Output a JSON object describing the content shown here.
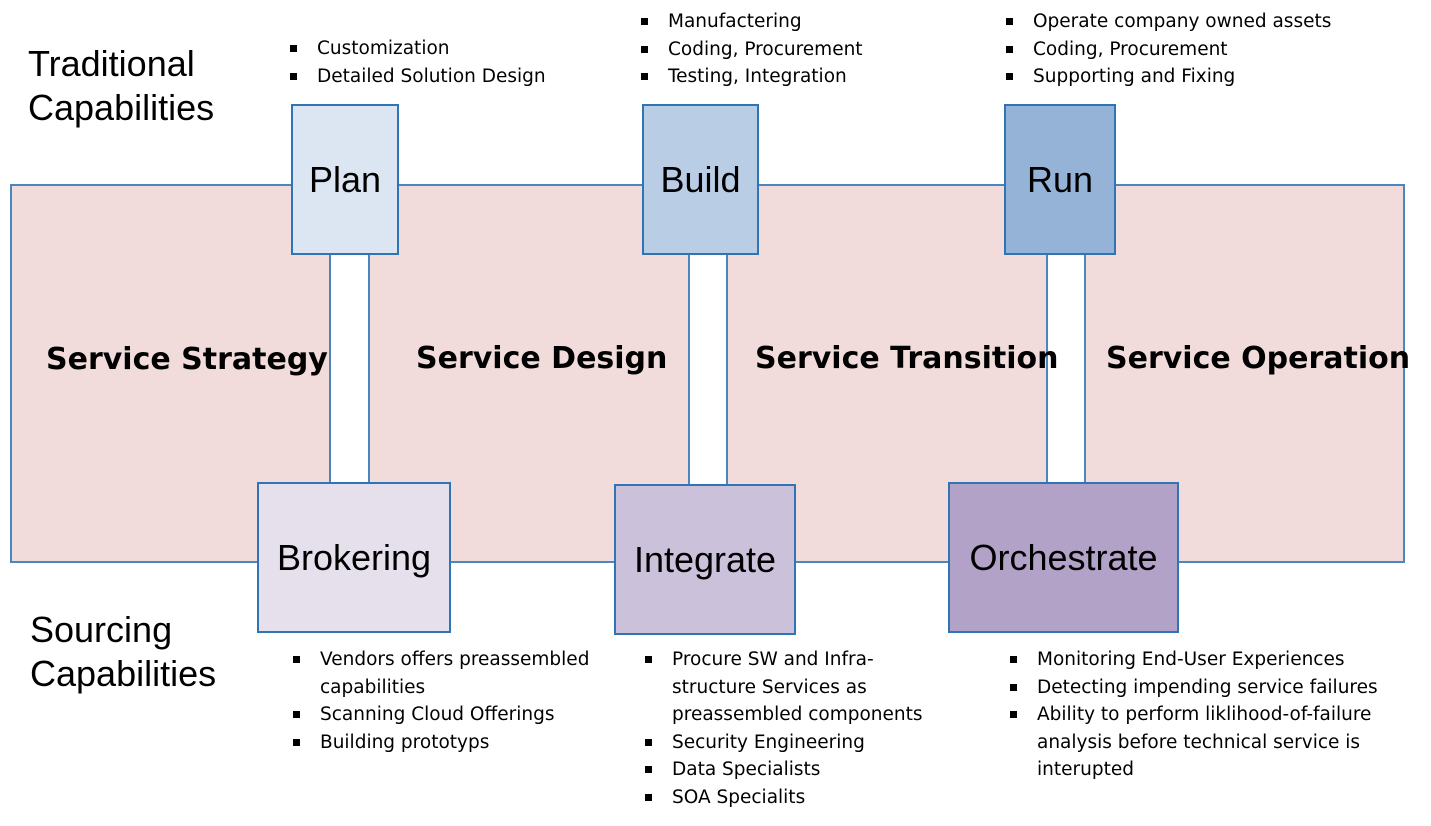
{
  "headings": {
    "traditional": [
      "Traditional",
      "Capabilities"
    ],
    "sourcing": [
      "Sourcing",
      "Capabilities"
    ]
  },
  "phases": [
    "Service Strategy",
    "Service Design",
    "Service Transition",
    "Service Operation"
  ],
  "traditional_boxes": [
    {
      "label": "Plan",
      "fill": "#dce6f2"
    },
    {
      "label": "Build",
      "fill": "#b9cde5"
    },
    {
      "label": "Run",
      "fill": "#95b3d7"
    }
  ],
  "sourcing_boxes": [
    {
      "label": "Brokering",
      "fill": "#e6e0ec"
    },
    {
      "label": "Integrate",
      "fill": "#ccc1da"
    },
    {
      "label": "Orchestrate",
      "fill": "#b3a2c7"
    }
  ],
  "traditional_bullets": {
    "plan": [
      "Customization",
      "Detailed Solution Design"
    ],
    "build": [
      "Manufactering",
      "Coding, Procurement",
      "Testing, Integration"
    ],
    "run": [
      "Operate company owned assets",
      "Coding, Procurement",
      "Supporting and Fixing"
    ]
  },
  "sourcing_bullets": {
    "brokering": [
      "Vendors offers preassembled capabilities",
      "Scanning Cloud Offerings",
      "Building prototyps"
    ],
    "integrate": [
      "Procure SW and Infra-structure Services as preassembled components",
      "Security Engineering",
      "Data Specialists",
      "SOA Specialits"
    ],
    "orchestrate": [
      "Monitoring End-User Experiences",
      "Detecting impending service failures",
      "Ability to perform liklihood-of-failure analysis before technical service is interupted"
    ]
  },
  "colors": {
    "band_fill": "#f1dcdb",
    "border": "#2f75b5"
  }
}
